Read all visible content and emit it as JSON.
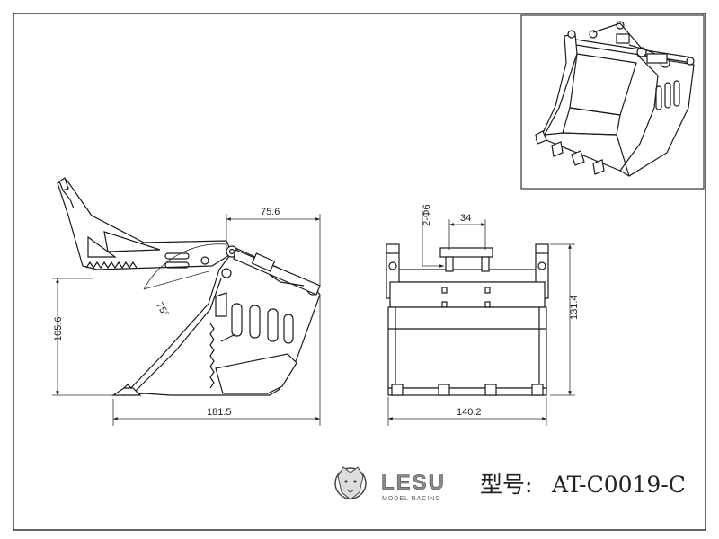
{
  "drawing": {
    "dimensions": {
      "side_top_width": "75.6",
      "side_height": "105.6",
      "side_width": "181.5",
      "side_angle": "75°",
      "front_hole": "2-Φ6",
      "front_pin_width": "34",
      "front_height": "131.4",
      "front_width": "140.2"
    }
  },
  "branding": {
    "logo_text": "LESU",
    "logo_subtext": "MODEL RACING",
    "model_label": "型号:",
    "model_number": "AT-C0019-C"
  },
  "colors": {
    "line": "#1a1a1a",
    "frame": "#333333",
    "background": "#ffffff"
  }
}
